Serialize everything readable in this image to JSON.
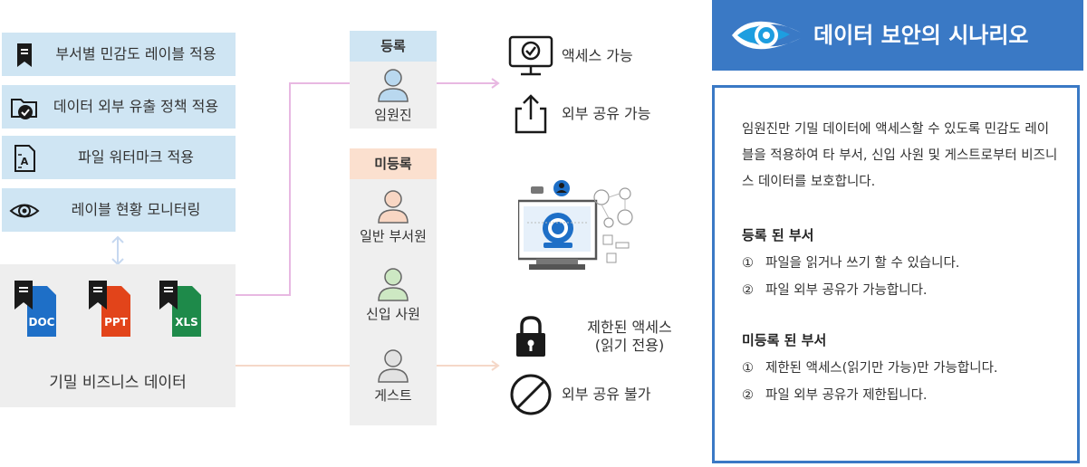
{
  "policies": [
    {
      "label": "부서별 민감도 레이블 적용",
      "icon": "bookmark-icon"
    },
    {
      "label": "데이터 외부 유출 정책 적용",
      "icon": "folder-check-icon"
    },
    {
      "label": "파일 워터마크 적용",
      "icon": "watermark-document-icon"
    },
    {
      "label": "레이블 현황 모니터링",
      "icon": "eye-icon"
    }
  ],
  "data_box": {
    "caption": "기밀 비즈니스 데이터",
    "files": [
      {
        "type": "DOC",
        "color": "#1e6fc7"
      },
      {
        "type": "PPT",
        "color": "#e2441a"
      },
      {
        "type": "XLS",
        "color": "#1e8a4a"
      }
    ]
  },
  "registered": {
    "header": "등록",
    "header_color": "#cfe5f3",
    "people": [
      {
        "name": "임원진",
        "color": "#b9d8ef"
      }
    ]
  },
  "unregistered": {
    "header": "미등록",
    "header_color": "#fbe0cf",
    "people": [
      {
        "name": "일반 부서원",
        "color": "#f8d6c3"
      },
      {
        "name": "신입 사원",
        "color": "#cde8c3"
      },
      {
        "name": "게스트",
        "color": "#e2e2e2"
      }
    ]
  },
  "allowed": [
    {
      "label": "액세스 가능",
      "icon": "monitor-check-icon"
    },
    {
      "label": "외부 공유 가능",
      "icon": "share-icon"
    }
  ],
  "restricted": [
    {
      "label_line1": "제한된 액세스",
      "label_line2": "(읽기 전용)",
      "icon": "lock-icon"
    },
    {
      "label": "외부 공유 불가",
      "icon": "prohibited-icon"
    }
  ],
  "panel": {
    "title": "데이터 보안의 시나리오",
    "intro_lines": [
      "임원진만 기밀 데이터에 액세스할 수 있도록 민감도 레이",
      "블을 적용하여 타 부서, 신입 사원 및 게스트로부터 비즈니",
      "스 데이터를 보호합니다."
    ],
    "registered_heading": "등록 된 부서",
    "registered_items": [
      {
        "num": "①",
        "text": "파일을 읽거나 쓰기 할 수 있습니다."
      },
      {
        "num": "②",
        "text": "파일 외부 공유가 가능합니다."
      }
    ],
    "unregistered_heading": "미등록 된 부서",
    "unregistered_items": [
      {
        "num": "①",
        "text": "제한된 액세스(읽기만 가능)만 가능합니다."
      },
      {
        "num": "②",
        "text": "파일 외부 공유가 제한됩니다."
      }
    ],
    "accent_color": "#3a79c5"
  },
  "colors": {
    "registered_line": "#e8b8e2",
    "unregistered_line": "#f5d8c8",
    "policy_bg": "#cfe5f3"
  }
}
